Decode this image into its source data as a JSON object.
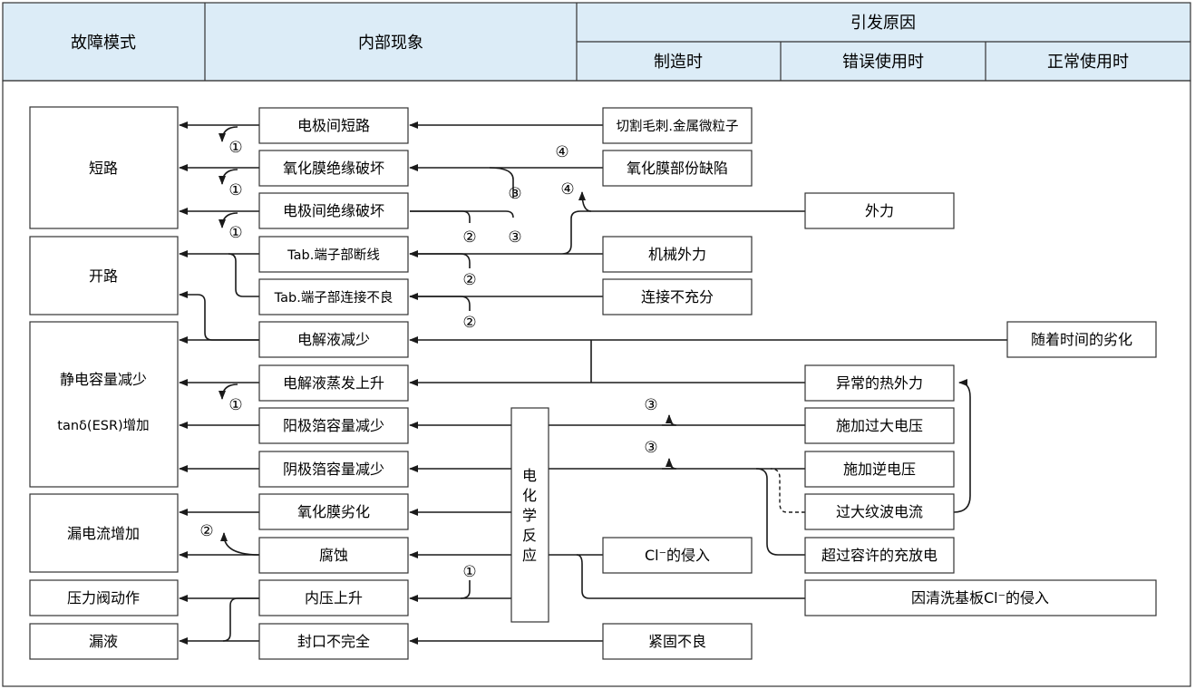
{
  "header": {
    "failure_mode": "故障模式",
    "internal_phenomenon": "内部现象",
    "cause_group": "引发原因",
    "cause_manufacturing": "制造时",
    "cause_misuse": "错误使用时",
    "cause_normal_use": "正常使用时"
  },
  "modes": {
    "short_circuit": "短路",
    "open_circuit": "开路",
    "capacitance_decrease": "静电容量减少",
    "tan_delta_increase": "tanδ(ESR)增加",
    "leakage_increase": "漏电流增加",
    "pressure_valve": "压力阀动作",
    "leakage": "漏液"
  },
  "phenomena": {
    "electrode_short": "电极间短路",
    "oxide_breakdown": "氧化膜绝缘破坏",
    "electrode_insulation_breakdown": "电极间绝缘破坏",
    "tab_wire_break": "Tab.端子部断线",
    "tab_poor_connection": "Tab.端子部连接不良",
    "electrolyte_decrease": "电解液减少",
    "electrolyte_evaporation": "电解液蒸发上升",
    "anode_foil_decrease": "阳极箔容量减少",
    "cathode_foil_decrease": "阴极箔容量减少",
    "oxide_deterioration": "氧化膜劣化",
    "corrosion": "腐蚀",
    "internal_pressure_rise": "内压上升",
    "seal_incomplete": "封口不完全"
  },
  "electrochemical_reaction": [
    "电",
    "化",
    "学",
    "反",
    "应"
  ],
  "causes": {
    "burrs_particles": "切割毛刺.金属微粒子",
    "oxide_defect": "氧化膜部份缺陷",
    "external_force": "外力",
    "mechanical_force": "机械外力",
    "insufficient_connection": "连接不充分",
    "aging": "随着时间的劣化",
    "abnormal_heat": "异常的热外力",
    "overvoltage": "施加过大电压",
    "reverse_voltage": "施加逆电压",
    "ripple_current": "过大纹波电流",
    "over_charge_discharge": "超过容许的充放电",
    "chloride_intrusion": "Cl⁻的侵入",
    "board_cleaning_chloride": "因清洗基板Cl⁻的侵入",
    "poor_fastening": "紧固不良"
  },
  "markers": {
    "m1": "①",
    "m2": "②",
    "m3": "③",
    "m4": "④"
  },
  "colors": {
    "header_bg": "#dcecf7",
    "border": "#333333",
    "line": "#1a1a1a"
  }
}
